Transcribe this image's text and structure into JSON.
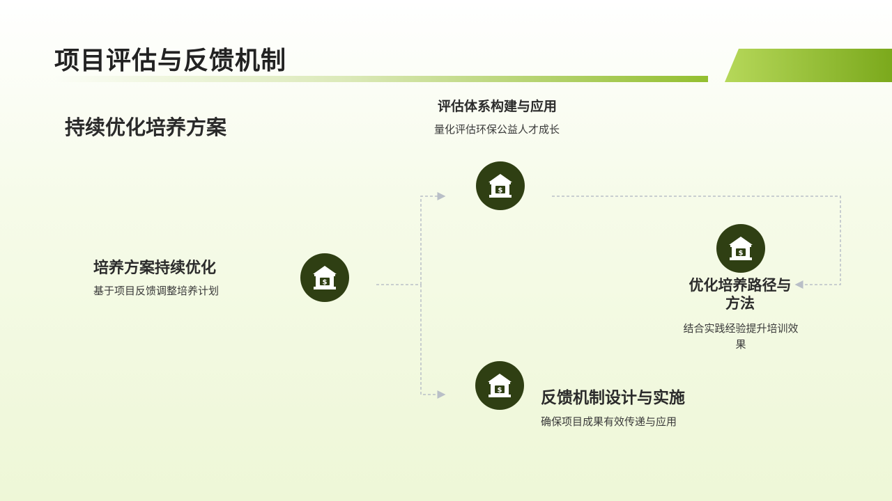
{
  "header": {
    "title": "项目评估与反馈机制",
    "accent_color": "#7ba91c"
  },
  "section": {
    "subtitle": "持续优化培养方案"
  },
  "nodes": {
    "left": {
      "title": "培养方案持续优化",
      "desc": "基于项目反馈调整培养计划",
      "icon": "bank-dollar-icon"
    },
    "top": {
      "title": "评估体系构建与应用",
      "desc": "量化评估环保公益人才成长",
      "icon": "bank-dollar-icon"
    },
    "right": {
      "title_line1": "优化培养路径与",
      "title_line2": "方法",
      "desc_line1": "结合实践经验提升培训效",
      "desc_line2": "果",
      "icon": "bank-dollar-icon"
    },
    "bottom": {
      "title": "反馈机制设计与实施",
      "desc": "确保项目成果有效传递与应用",
      "icon": "bank-dollar-icon"
    }
  },
  "colors": {
    "icon_bg": "#2f3f13",
    "connector": "#b9bfc7"
  }
}
